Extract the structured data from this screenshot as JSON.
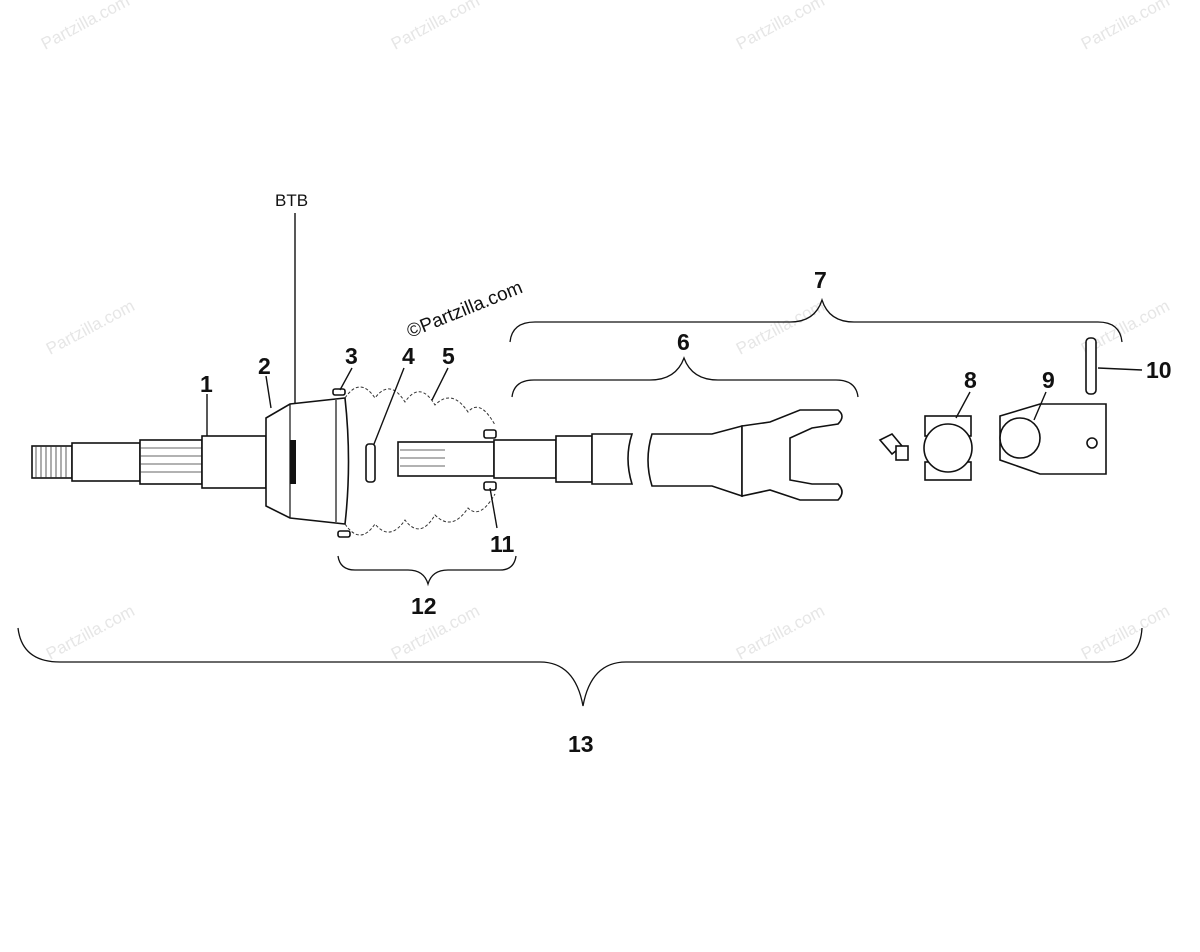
{
  "diagram": {
    "reference_label": "BTB",
    "callouts": [
      "1",
      "2",
      "3",
      "4",
      "5",
      "6",
      "7",
      "8",
      "9",
      "10",
      "11",
      "12",
      "13"
    ],
    "watermark": "Partzilla.com",
    "watermark_full": "©Partzilla.com",
    "watermark_color": "#e6e6e6"
  }
}
